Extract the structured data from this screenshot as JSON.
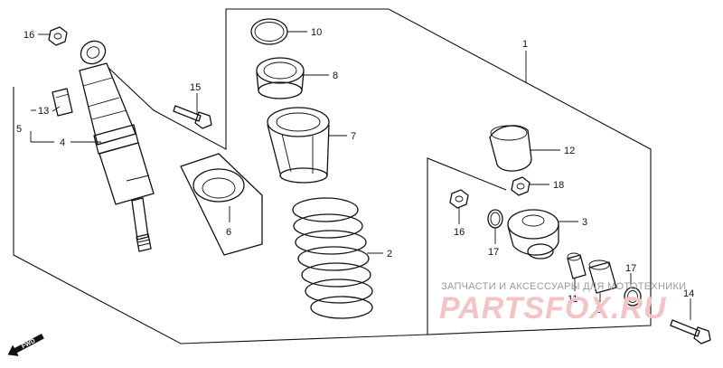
{
  "callouts": {
    "c1": "1",
    "c2": "2",
    "c3": "3",
    "c4": "4",
    "c5": "5",
    "c6": "6",
    "c7": "7",
    "c8": "8",
    "c9": "9",
    "c10": "10",
    "c11": "11",
    "c12": "12",
    "c13": "13",
    "c14": "14",
    "c15": "15",
    "c16a": "16",
    "c16b": "16",
    "c17a": "17",
    "c17b": "17",
    "c18": "18"
  },
  "direction_label": "FWD",
  "watermark": {
    "caption": "ЗАПЧАСТИ И АКСЕССУАРЫ ДЛЯ МОТОТЕХНИКИ",
    "brand": "PARTSFOX.RU"
  }
}
